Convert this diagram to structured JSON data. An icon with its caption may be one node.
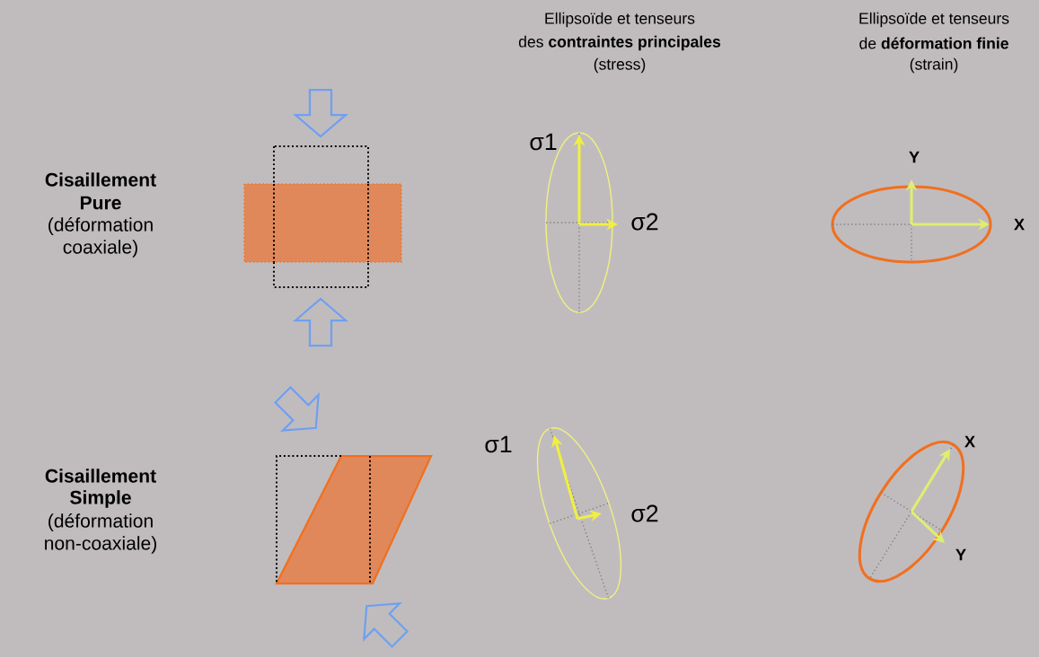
{
  "diagram": {
    "labels": [
      "Ellipsoïde et tenseurs",
      "des **contraintes principales**",
      "(stress)",
      "Ellipsoïde et tenseurs",
      "de **déformation finie**",
      "(strain)",
      "Cisaillement",
      "Pure",
      "(déformation",
      "coaxiale)",
      "σ1",
      "σ2",
      "Y",
      "X",
      "Cisaillement",
      "Simple",
      "(déformation",
      "non-coaxiale)",
      "σ1",
      "σ2",
      "X",
      "Y"
    ]
  }
}
